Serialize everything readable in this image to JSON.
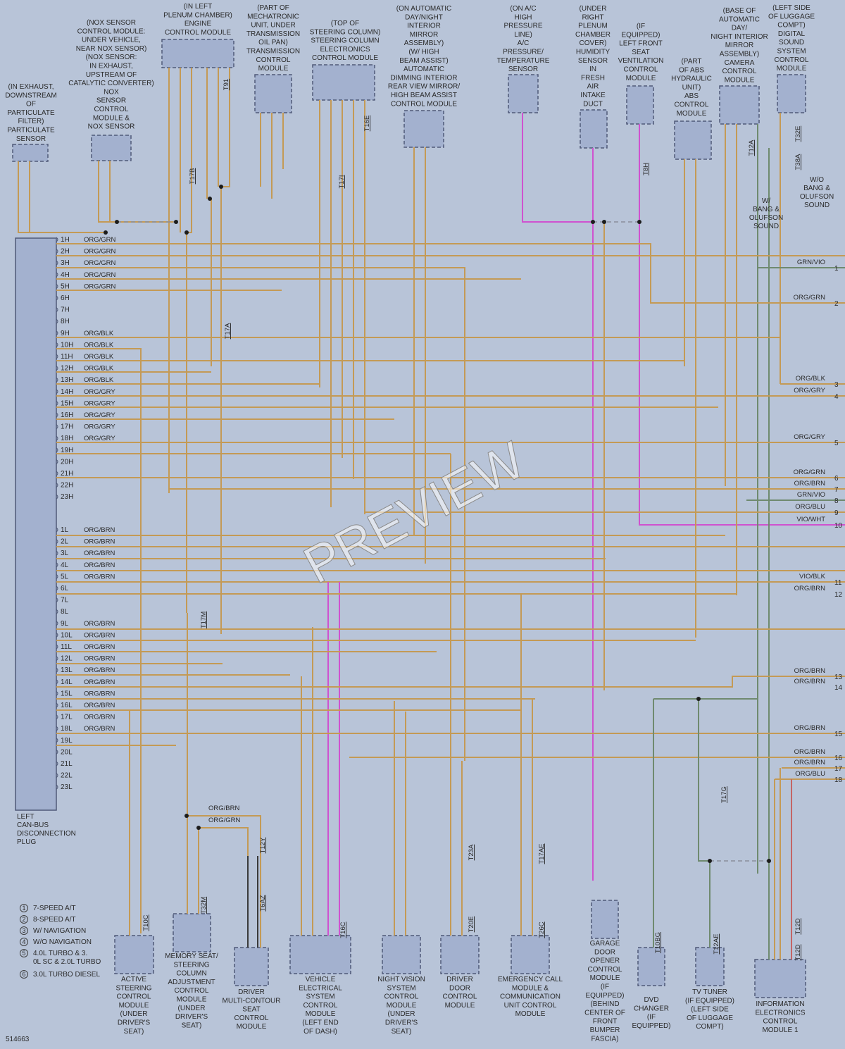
{
  "figure_id": "514663",
  "watermark": "PREVIEW",
  "modules": [
    {
      "id": "particulate",
      "text": [
        "(IN EXHAUST,",
        "DOWNSTREAM",
        "OF",
        "PARTICULATE",
        "FILTER)",
        "PARTICULATE",
        "SENSOR"
      ]
    },
    {
      "id": "nox",
      "text": [
        "(NOX SENSOR",
        "CONTROL MODULE:",
        "UNDER VEHICLE,",
        "NEAR NOX SENSOR)",
        "(NOX SENSOR:",
        "IN EXHAUST,",
        "UPSTREAM OF",
        "CATALYTIC CONVERTER)",
        "NOX",
        "SENSOR",
        "CONTROL",
        "MODULE &",
        "NOX SENSOR"
      ]
    },
    {
      "id": "ecm",
      "text": [
        "(IN LEFT",
        "PLENUM CHAMBER)",
        "ENGINE",
        "CONTROL MODULE"
      ]
    },
    {
      "id": "tcm",
      "text": [
        "(PART OF",
        "MECHATRONIC",
        "UNIT, UNDER",
        "TRANSMISSION",
        "OIL PAN)",
        "TRANSMISSION",
        "CONTROL",
        "MODULE"
      ]
    },
    {
      "id": "scem",
      "text": [
        "(TOP OF",
        "STEERING COLUMN)",
        "STEERING COLUMN",
        "ELECTRONICS",
        "CONTROL MODULE"
      ]
    },
    {
      "id": "mirror",
      "text": [
        "(ON AUTOMATIC",
        "DAY/NIGHT",
        "INTERIOR",
        "MIRROR",
        "ASSEMBLY)",
        "(W/ HIGH",
        "BEAM ASSIST)",
        "AUTOMATIC",
        "DIMMING INTERIOR",
        "REAR VIEW MIRROR/",
        "HIGH BEAM ASSIST",
        "CONTROL MODULE"
      ]
    },
    {
      "id": "ac",
      "text": [
        "(ON A/C",
        "HIGH",
        "PRESSURE",
        "LINE)",
        "A/C",
        "PRESSURE/",
        "TEMPERATURE",
        "SENSOR"
      ]
    },
    {
      "id": "humidity",
      "text": [
        "(UNDER",
        "RIGHT",
        "PLENUM",
        "CHAMBER",
        "COVER)",
        "HUMIDITY",
        "SENSOR",
        "IN",
        "FRESH",
        "AIR",
        "INTAKE",
        "DUCT"
      ]
    },
    {
      "id": "seatvent",
      "text": [
        "(IF",
        "EQUIPPED)",
        "LEFT FRONT",
        "SEAT",
        "VENTILATION",
        "CONTROL",
        "MODULE"
      ]
    },
    {
      "id": "abs",
      "text": [
        "(PART",
        "OF ABS",
        "HYDRAULIC",
        "UNIT)",
        "ABS",
        "CONTROL",
        "MODULE"
      ]
    },
    {
      "id": "camera",
      "text": [
        "(BASE OF",
        "AUTOMATIC",
        "DAY/",
        "NIGHT INTERIOR",
        "MIRROR",
        "ASSEMBLY)",
        "CAMERA",
        "CONTROL",
        "MODULE"
      ]
    },
    {
      "id": "dsp",
      "text": [
        "(LEFT SIDE",
        "OF LUGGAGE",
        "COMPT)",
        "DIGITAL",
        "SOUND",
        "SYSTEM",
        "CONTROL",
        "MODULE"
      ]
    },
    {
      "id": "activesteer",
      "text": [
        "ACTIVE",
        "STEERING",
        "CONTROL",
        "MODULE",
        "(UNDER",
        "DRIVER'S",
        "SEAT)"
      ]
    },
    {
      "id": "memseat",
      "text": [
        "MEMORY SEAT/",
        "STEERING",
        "COLUMN",
        "ADJUSTMENT",
        "CONTROL",
        "MODULE",
        "(UNDER",
        "DRIVER'S",
        "SEAT)"
      ]
    },
    {
      "id": "multiseat",
      "text": [
        "DRIVER",
        "MULTI-CONTOUR",
        "SEAT",
        "CONTROL",
        "MODULE"
      ]
    },
    {
      "id": "vesc",
      "text": [
        "VEHICLE",
        "ELECTRICAL",
        "SYSTEM",
        "CONTROL",
        "MODULE",
        "(LEFT END",
        "OF DASH)"
      ]
    },
    {
      "id": "nightvision",
      "text": [
        "NIGHT VISION",
        "SYSTEM",
        "CONTROL",
        "MODULE",
        "(UNDER",
        "DRIVER'S",
        "SEAT)"
      ]
    },
    {
      "id": "driverdoor",
      "text": [
        "DRIVER",
        "DOOR",
        "CONTROL",
        "MODULE"
      ]
    },
    {
      "id": "ecall",
      "text": [
        "EMERGENCY CALL",
        "MODULE &",
        "COMMUNICATION",
        "UNIT CONTROL",
        "MODULE"
      ]
    },
    {
      "id": "garage",
      "text": [
        "GARAGE",
        "DOOR",
        "OPENER",
        "CONTROL",
        "MODULE",
        "(IF",
        "EQUIPPED)",
        "(BEHIND",
        "CENTER OF",
        "FRONT",
        "BUMPER",
        "FASCIA)"
      ]
    },
    {
      "id": "dvd",
      "text": [
        "DVD",
        "CHANGER",
        "(IF",
        "EQUIPPED)"
      ]
    },
    {
      "id": "tvtuner",
      "text": [
        "TV TUNER",
        "(IF EQUIPPED)",
        "(LEFT SIDE",
        "OF LUGGAGE",
        "COMPT)"
      ]
    },
    {
      "id": "iecm",
      "text": [
        "INFORMATION",
        "ELECTRONICS",
        "CONTROL",
        "MODULE 1"
      ]
    }
  ],
  "plug_label": [
    "LEFT",
    "CAN-BUS",
    "DISCONNECTION",
    "PLUG"
  ],
  "plug_rows_top": [
    {
      "pin": "1H",
      "color": "ORG/GRN"
    },
    {
      "pin": "2H",
      "color": "ORG/GRN"
    },
    {
      "pin": "3H",
      "color": "ORG/GRN"
    },
    {
      "pin": "4H",
      "color": "ORG/GRN"
    },
    {
      "pin": "5H",
      "color": "ORG/GRN"
    },
    {
      "pin": "6H",
      "color": ""
    },
    {
      "pin": "7H",
      "color": ""
    },
    {
      "pin": "8H",
      "color": ""
    },
    {
      "pin": "9H",
      "color": "ORG/BLK"
    },
    {
      "pin": "10H",
      "color": "ORG/BLK"
    },
    {
      "pin": "11H",
      "color": "ORG/BLK"
    },
    {
      "pin": "12H",
      "color": "ORG/BLK"
    },
    {
      "pin": "13H",
      "color": "ORG/BLK"
    },
    {
      "pin": "14H",
      "color": "ORG/GRY"
    },
    {
      "pin": "15H",
      "color": "ORG/GRY"
    },
    {
      "pin": "16H",
      "color": "ORG/GRY"
    },
    {
      "pin": "17H",
      "color": "ORG/GRY"
    },
    {
      "pin": "18H",
      "color": "ORG/GRY"
    },
    {
      "pin": "19H",
      "color": ""
    },
    {
      "pin": "20H",
      "color": ""
    },
    {
      "pin": "21H",
      "color": ""
    },
    {
      "pin": "22H",
      "color": ""
    },
    {
      "pin": "23H",
      "color": ""
    }
  ],
  "plug_rows_bottom": [
    {
      "pin": "1L",
      "color": "ORG/BRN"
    },
    {
      "pin": "2L",
      "color": "ORG/BRN"
    },
    {
      "pin": "3L",
      "color": "ORG/BRN"
    },
    {
      "pin": "4L",
      "color": "ORG/BRN"
    },
    {
      "pin": "5L",
      "color": "ORG/BRN"
    },
    {
      "pin": "6L",
      "color": ""
    },
    {
      "pin": "7L",
      "color": ""
    },
    {
      "pin": "8L",
      "color": ""
    },
    {
      "pin": "9L",
      "color": "ORG/BRN"
    },
    {
      "pin": "10L",
      "color": "ORG/BRN"
    },
    {
      "pin": "11L",
      "color": "ORG/BRN"
    },
    {
      "pin": "12L",
      "color": "ORG/BRN"
    },
    {
      "pin": "13L",
      "color": "ORG/BRN"
    },
    {
      "pin": "14L",
      "color": "ORG/BRN"
    },
    {
      "pin": "15L",
      "color": "ORG/BRN"
    },
    {
      "pin": "16L",
      "color": "ORG/BRN"
    },
    {
      "pin": "17L",
      "color": "ORG/BRN"
    },
    {
      "pin": "18L",
      "color": "ORG/BRN"
    },
    {
      "pin": "19L",
      "color": ""
    },
    {
      "pin": "20L",
      "color": ""
    },
    {
      "pin": "21L",
      "color": ""
    },
    {
      "pin": "22L",
      "color": ""
    },
    {
      "pin": "23L",
      "color": ""
    }
  ],
  "right_edge": [
    {
      "num": "1",
      "color": "GRN/VIO"
    },
    {
      "num": "2",
      "color": "ORG/GRN"
    },
    {
      "num": "3",
      "color": "ORG/BLK"
    },
    {
      "num": "4",
      "color": "ORG/GRY"
    },
    {
      "num": "5",
      "color": "ORG/GRY"
    },
    {
      "num": "6",
      "color": "ORG/GRN"
    },
    {
      "num": "7",
      "color": "ORG/BRN"
    },
    {
      "num": "8",
      "color": "GRN/VIO"
    },
    {
      "num": "9",
      "color": "ORG/BLU"
    },
    {
      "num": "10",
      "color": "VIO/WHT"
    },
    {
      "num": "11",
      "color": "VIO/BLK"
    },
    {
      "num": "12",
      "color": "ORG/BRN"
    },
    {
      "num": "13",
      "color": "ORG/BRN"
    },
    {
      "num": "14",
      "color": "ORG/BRN"
    },
    {
      "num": "15",
      "color": "ORG/BRN"
    },
    {
      "num": "16",
      "color": "ORG/BRN"
    },
    {
      "num": "17",
      "color": "ORG/BRN"
    },
    {
      "num": "18",
      "color": "ORG/BLU"
    }
  ],
  "connector_refs": [
    "T91",
    "T17B",
    "T17I",
    "T16E",
    "T8H",
    "T12A",
    "T32E",
    "T38A",
    "T17A",
    "T17M",
    "T10C",
    "T32M",
    "T12Y",
    "T6AZ",
    "T16C",
    "T20E",
    "T23A",
    "T26C",
    "T17AE",
    "T10BG",
    "T17G",
    "T12AE",
    "T12D",
    "T12D"
  ],
  "wire_labels_misc": {
    "bang_w": [
      "W/",
      "BANG &",
      "OLUFSON",
      "SOUND"
    ],
    "bang_wo": [
      "W/O",
      "BANG &",
      "OLUFSON",
      "SOUND"
    ],
    "org_brn": "ORG/BRN",
    "org_grn": "ORG/GRN"
  },
  "legend": [
    {
      "key": "1",
      "text": "7-SPEED A/T"
    },
    {
      "key": "2",
      "text": "8-SPEED A/T"
    },
    {
      "key": "3",
      "text": "W/ NAVIGATION"
    },
    {
      "key": "4",
      "text": "W/O NAVIGATION"
    },
    {
      "key": "5",
      "text": "4.0L TURBO & 3.0L SC & 2.0L TURBO"
    },
    {
      "key": "6",
      "text": "3.0L TURBO DIESEL"
    }
  ],
  "colors": {
    "background": "#b8c4d8",
    "module": "#a3b1cf",
    "orange": "#c49a55",
    "violet": "#cf52cf",
    "green": "#6f8a6f",
    "red": "#c46565",
    "black": "#3a3a3a"
  }
}
